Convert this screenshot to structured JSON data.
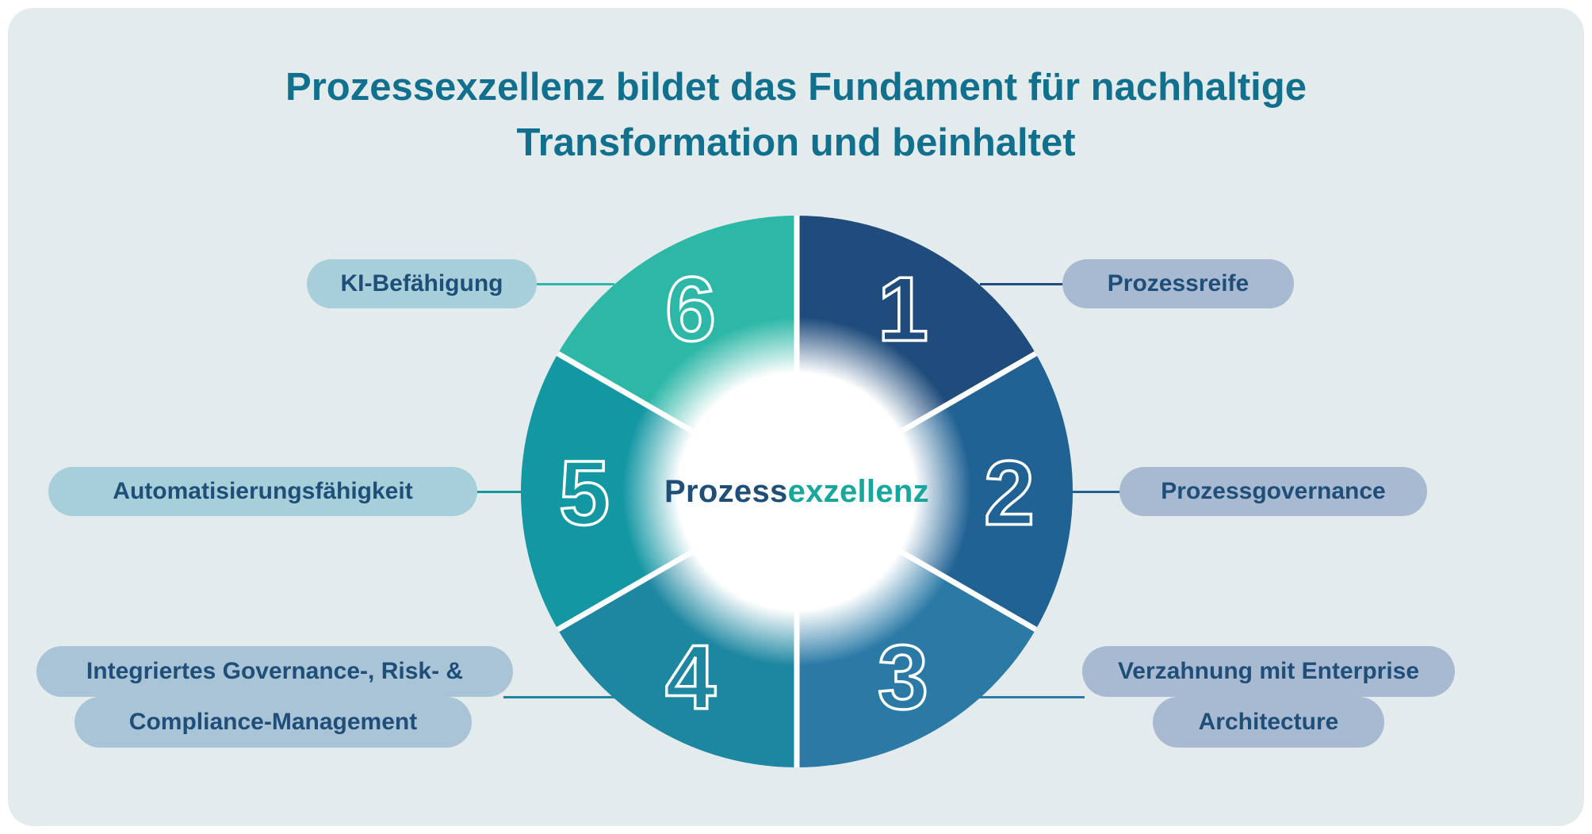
{
  "title": {
    "line1": "Prozessexzellenz bildet das Fundament für nachhaltige",
    "line2": "Transformation und beinhaltet"
  },
  "center": {
    "part1": "Prozess",
    "part2": "exzellenz"
  },
  "segments": [
    {
      "number": "1",
      "color": "#1f4c7c",
      "label_lines": [
        "Prozessreife"
      ]
    },
    {
      "number": "2",
      "color": "#206293",
      "label_lines": [
        "Prozessgovernance"
      ]
    },
    {
      "number": "3",
      "color": "#2b7aa6",
      "label_lines": [
        "Verzahnung mit Enterprise",
        "Architecture"
      ]
    },
    {
      "number": "4",
      "color": "#1d87a1",
      "label_lines": [
        "Integriertes Governance-, Risk- &",
        "Compliance-Management"
      ]
    },
    {
      "number": "5",
      "color": "#1397a3",
      "label_lines": [
        "Automatisierungsfähigkeit"
      ]
    },
    {
      "number": "6",
      "color": "#2cb7a6",
      "label_lines": [
        "KI-Befähigung"
      ]
    }
  ],
  "colors": {
    "background": "#e4ebed",
    "pill_left": "#a6cfda",
    "pill_left_bottom": "#a9c4d6",
    "pill_right": "#a8bad2",
    "pill_text": "#1f4e79",
    "title": "#11708e",
    "center_part1": "#1f4e79",
    "center_part2": "#17a79d"
  }
}
